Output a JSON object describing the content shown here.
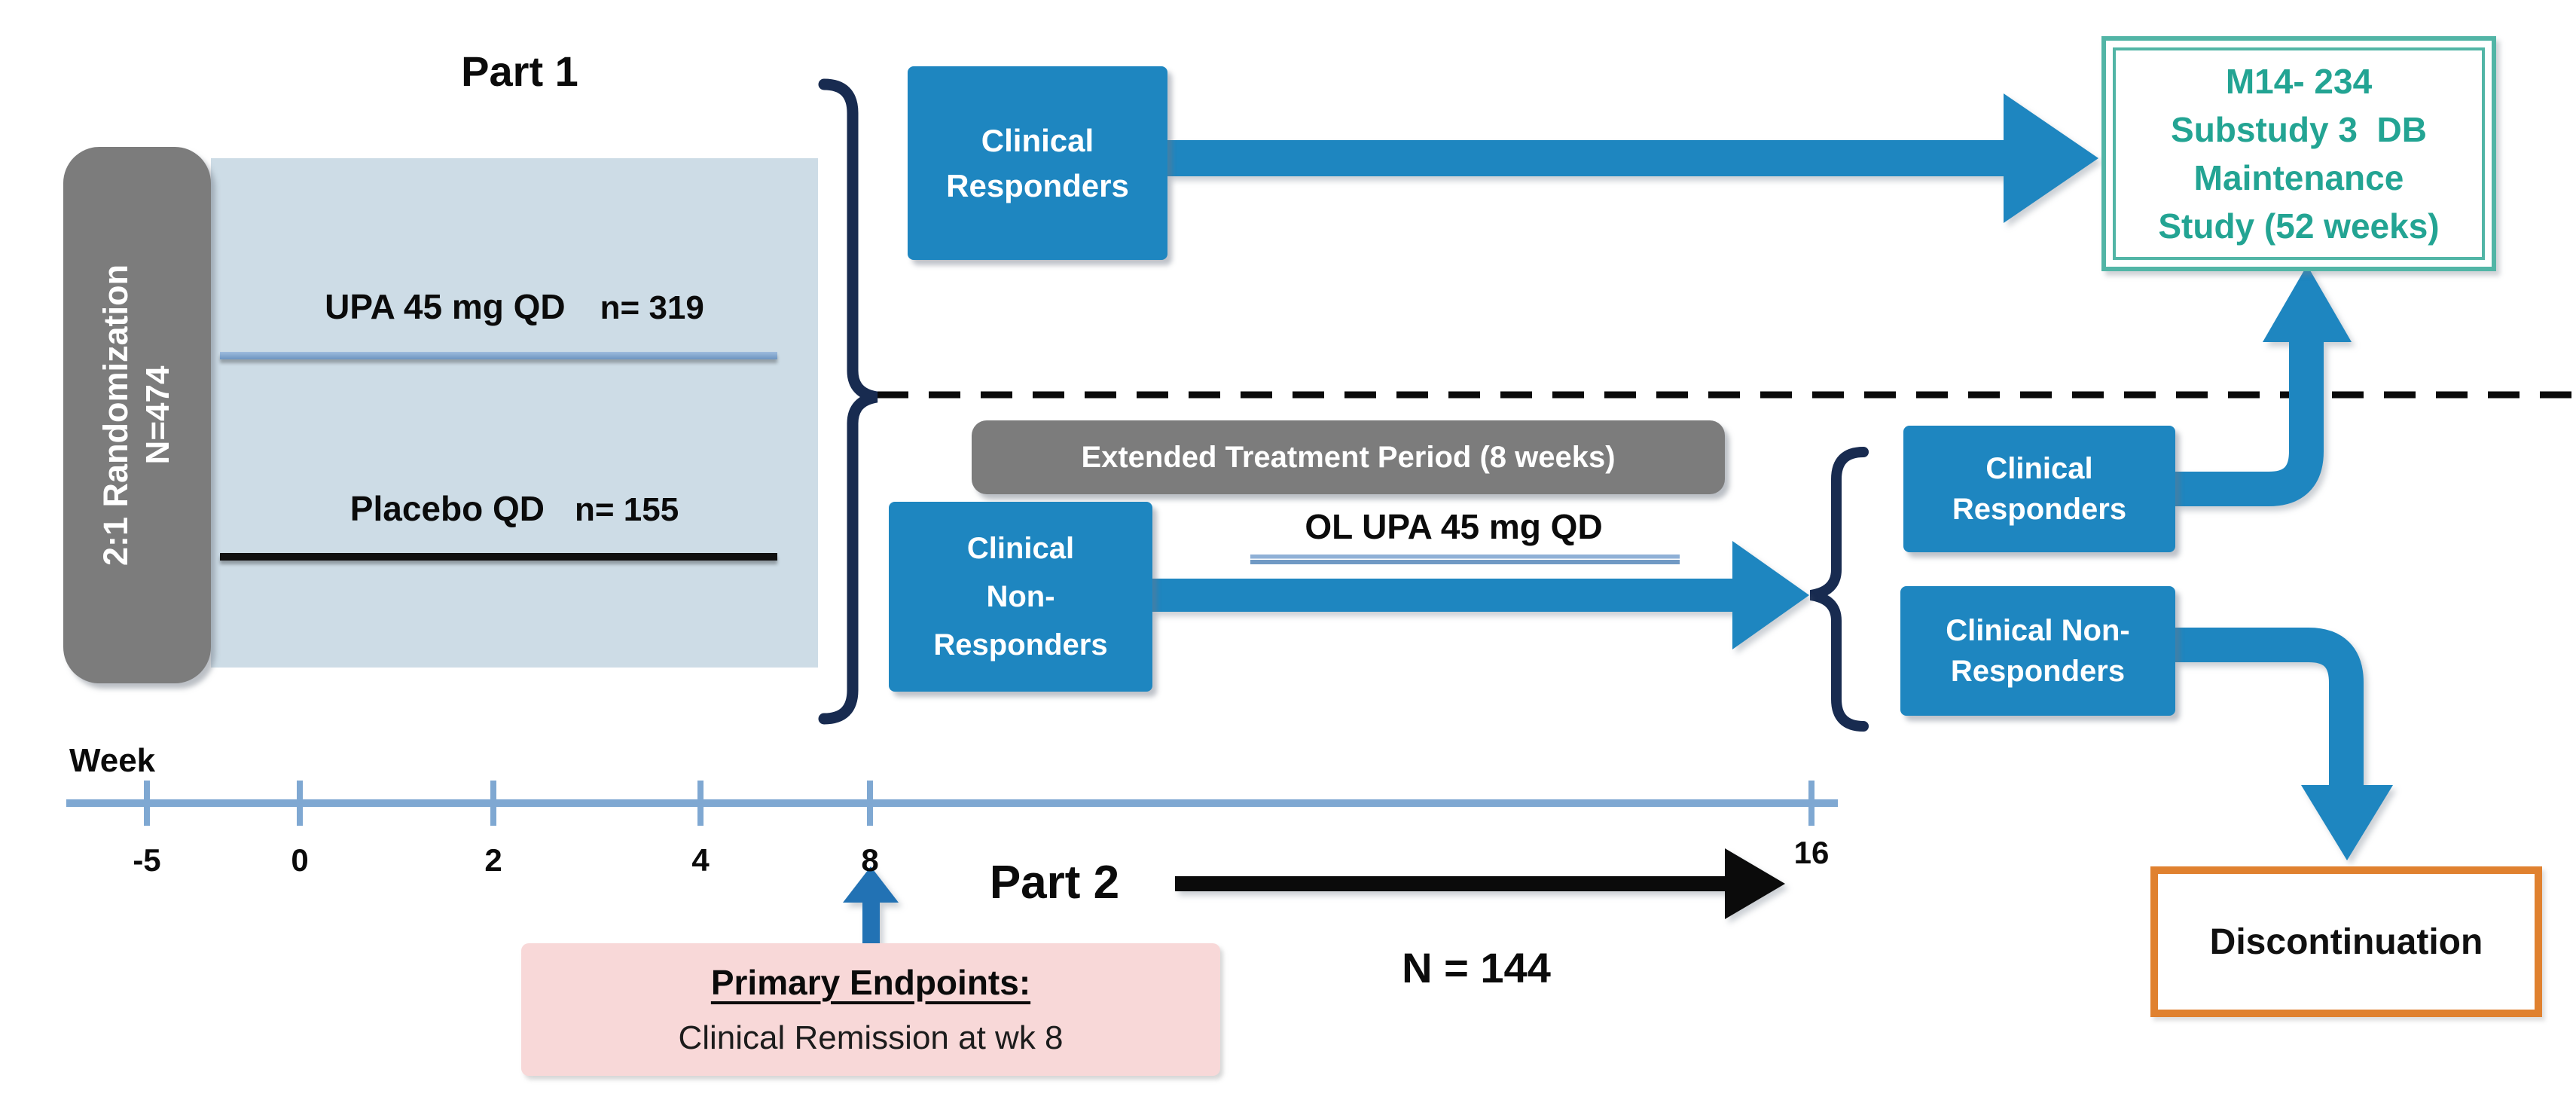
{
  "part1": {
    "title": "Part 1",
    "randomization": {
      "line1": "2:1 Randomization",
      "line2": "N=474"
    },
    "arms": [
      {
        "label": "UPA 45 mg QD",
        "n": "n= 319"
      },
      {
        "label": "Placebo QD",
        "n": "n= 155"
      }
    ]
  },
  "clinical_responders_part1": {
    "line1": "Clinical",
    "line2": "Responders"
  },
  "maintenance_study": {
    "line1": "M14- 234",
    "line2": "Substudy 3  DB",
    "line3": "Maintenance",
    "line4": "Study (52 weeks)"
  },
  "extended_treatment": {
    "label": "Extended Treatment Period (8 weeks)"
  },
  "clinical_nonresponders_part2": {
    "line1": "Clinical",
    "line2": "Non-",
    "line3": "Responders"
  },
  "open_label_treatment": {
    "label": "OL UPA 45 mg QD"
  },
  "outcome_responders": {
    "line1": "Clinical",
    "line2": "Responders"
  },
  "outcome_nonresponders": {
    "line1": "Clinical Non-",
    "line2": "Responders"
  },
  "discontinuation": {
    "label": "Discontinuation"
  },
  "part2": {
    "label": "Part 2",
    "n": "N = 144"
  },
  "timeline": {
    "axis_label": "Week",
    "ticks": [
      "-5",
      "0",
      "2",
      "4",
      "8",
      "16"
    ]
  },
  "primary_endpoints": {
    "title": "Primary Endpoints:",
    "detail": "Clinical Remission at wk 8"
  },
  "colors": {
    "box_blue": "#1E86C0",
    "panel_blue": "#CDDCE6",
    "gray": "#7C7C7C",
    "navy_bracket": "#182B50",
    "teal": "#23A493",
    "orange": "#E0812F",
    "pink": "#F8D8D8",
    "timeline_blue": "#7FA8D2",
    "black": "#0B0B0B"
  }
}
